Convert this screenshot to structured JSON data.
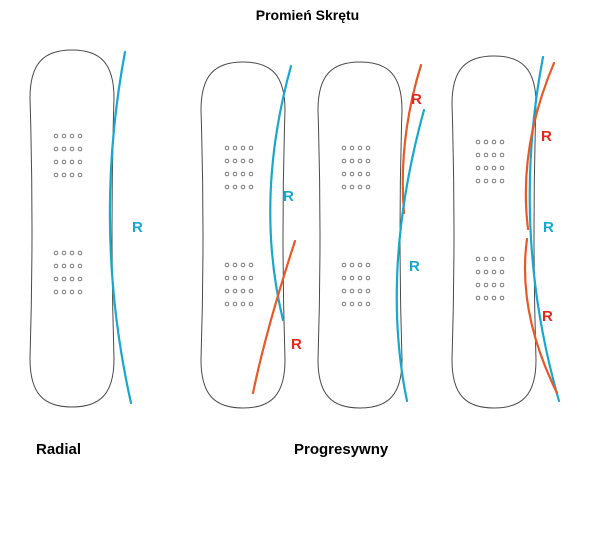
{
  "title": "Promień Skrętu",
  "captions": {
    "radial": "Radial",
    "progressive": "Progresywny"
  },
  "r_labels": [
    {
      "text": "R",
      "color": "cyan"
    },
    {
      "text": "R",
      "color": "cyan"
    },
    {
      "text": "R",
      "color": "red"
    },
    {
      "text": "R",
      "color": "red"
    },
    {
      "text": "R",
      "color": "cyan"
    },
    {
      "text": "R",
      "color": "red"
    },
    {
      "text": "R",
      "color": "cyan"
    },
    {
      "text": "R",
      "color": "red"
    }
  ],
  "colors": {
    "cyan": "#1aa7cf",
    "orange": "#e55a25",
    "red": "#e32a1a",
    "outline": "#4a4a4a",
    "dots": "#6b6b6b"
  }
}
